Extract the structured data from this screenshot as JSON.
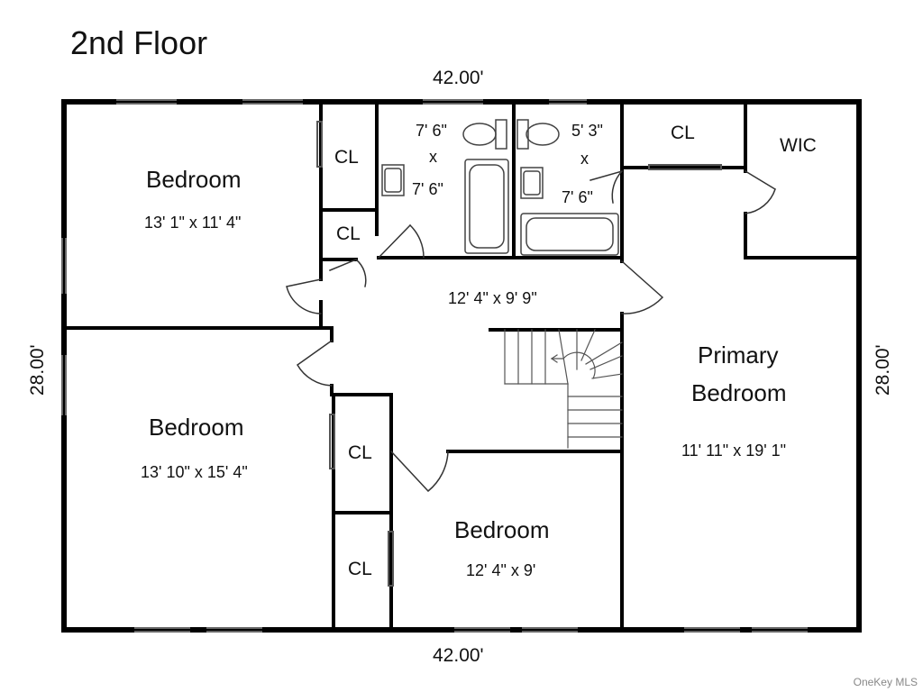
{
  "title": "2nd Floor",
  "dimensions": {
    "top": "42.00'",
    "bottom": "42.00'",
    "left": "28.00'",
    "right": "28.00'"
  },
  "rooms": {
    "bedroom_nw": {
      "name": "Bedroom",
      "size": "13' 1\" x 11' 4\""
    },
    "bedroom_sw": {
      "name": "Bedroom",
      "size": "13' 10\" x 15' 4\""
    },
    "bedroom_s": {
      "name": "Bedroom",
      "size": "12' 4\" x 9'"
    },
    "primary": {
      "name_line1": "Primary",
      "name_line2": "Bedroom",
      "size": "11' 11\" x 19' 1\""
    },
    "hall": {
      "size": "12' 4\" x 9' 9\""
    },
    "bath1": {
      "line1": "7' 6\"",
      "line2": "x",
      "line3": "7' 6\""
    },
    "bath2": {
      "line1": "5' 3\"",
      "line2": "x",
      "line3": "7' 6\""
    },
    "closets": {
      "cl1": "CL",
      "cl2": "CL",
      "cl3": "CL",
      "cl4": "CL",
      "cl5": "CL",
      "wic": "WIC"
    }
  },
  "watermark": "OneKey MLS"
}
